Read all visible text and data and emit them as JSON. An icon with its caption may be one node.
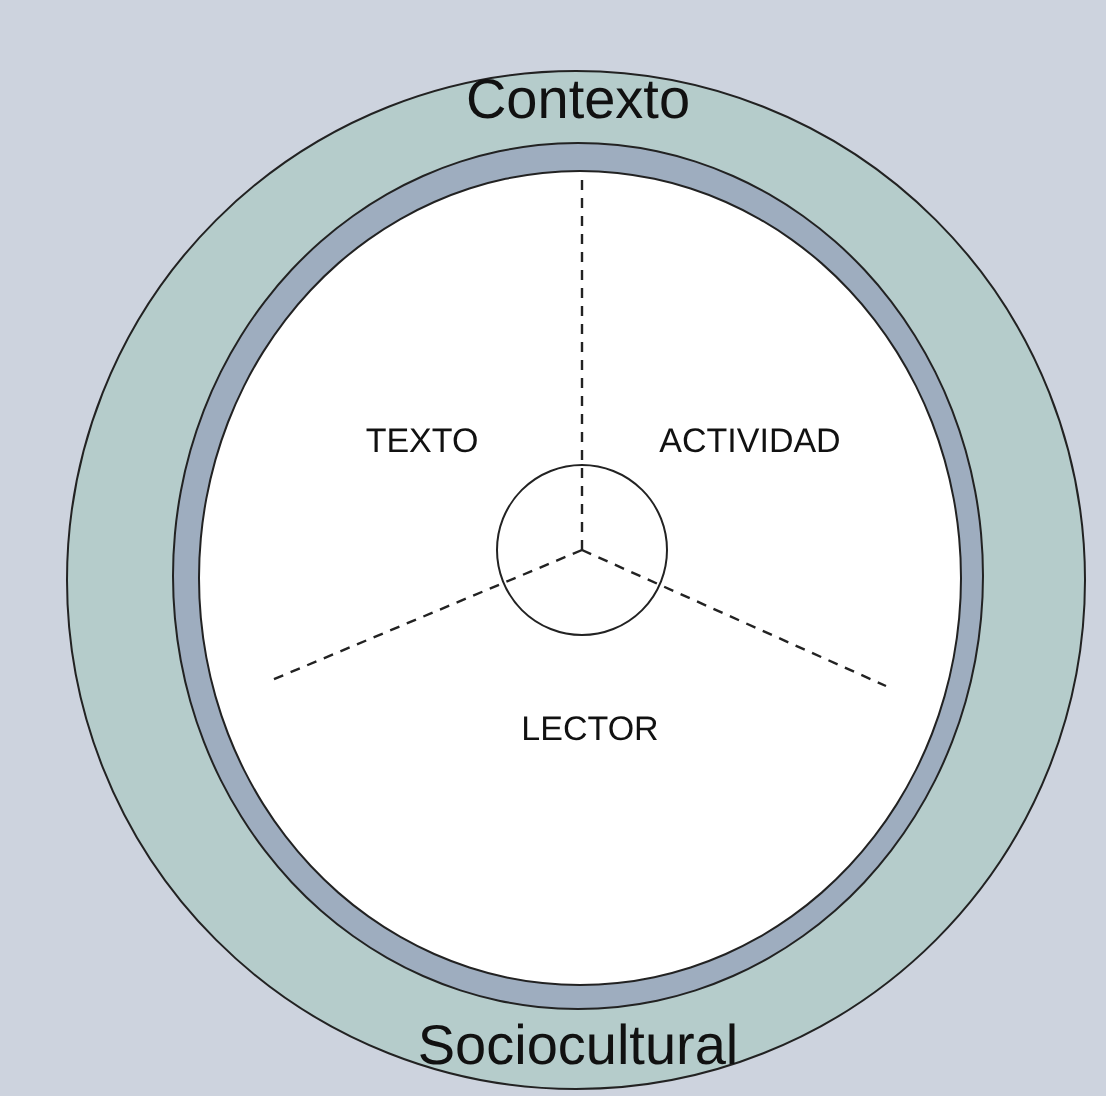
{
  "diagram": {
    "nodes": [
      {
        "text": [
          "Contexto",
          "Sociocultural"
        ]
      },
      {
        "text": [],
        "shape": "circle",
        "in": 0
      },
      {
        "text": [
          "TEXTO",
          "ACTIVIDAD",
          "LECTOR"
        ],
        "in": 1
      },
      {
        "text": [],
        "shape": "circle",
        "in": 2
      }
    ]
  }
}
